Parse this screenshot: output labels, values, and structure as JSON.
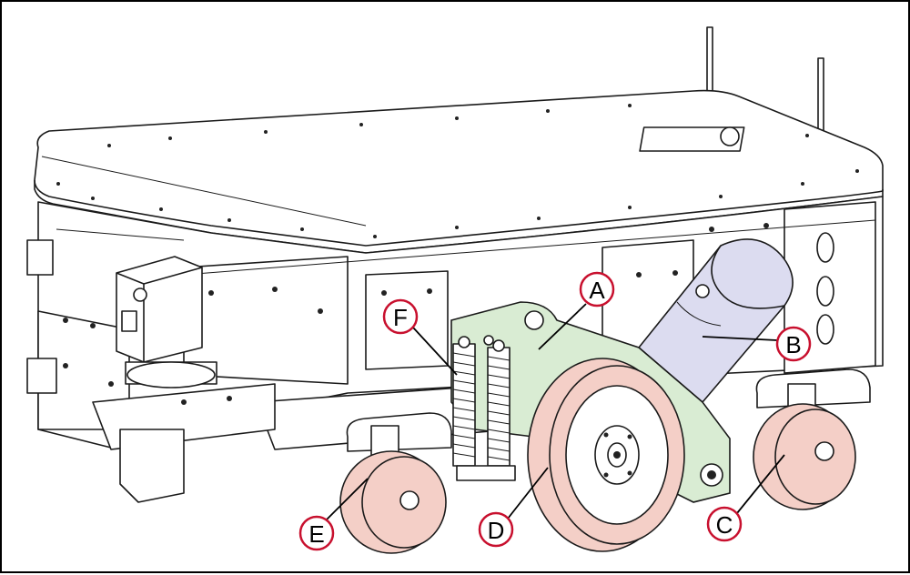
{
  "callouts": [
    {
      "id": "A",
      "label": "A"
    },
    {
      "id": "B",
      "label": "B"
    },
    {
      "id": "C",
      "label": "C"
    },
    {
      "id": "D",
      "label": "D"
    },
    {
      "id": "E",
      "label": "E"
    },
    {
      "id": "F",
      "label": "F"
    }
  ],
  "colors": {
    "callout_ring": "#c8102e",
    "wheel_fill": "#f4cfc7",
    "bracket_fill": "#d9ecd3",
    "motor_fill": "#dcdcf0",
    "line": "#1a1a1a"
  }
}
